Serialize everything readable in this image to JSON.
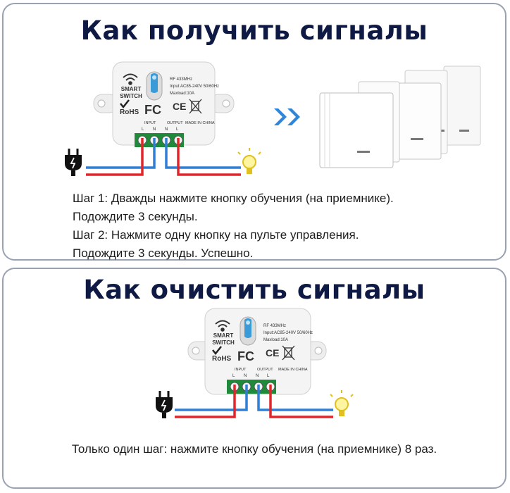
{
  "section1": {
    "title": "Как получить сигналы",
    "steps": [
      "Шаг 1:  Дважды нажмите кнопку обучения (на приемнике).",
      "Подождите 3 секунды.",
      "Шаг 2:  Нажмите одну кнопку на пульте управления.",
      "Подождите 3 секунды. Успешно."
    ]
  },
  "section2": {
    "title": "Как очистить сигналы",
    "step": "Только один шаг: нажмите кнопку обучения (на приемнике) 8 раз."
  },
  "device": {
    "brand_line1": "SMART",
    "brand_line2": "SWITCH",
    "spec_freq": "RF 433MHz",
    "spec_input": "Input:AC85-240V 50/60Hz",
    "spec_load": "Maxload:10A",
    "cert_rohs": "RoHS",
    "cert_fc": "FC",
    "cert_ce": "CE",
    "input_label": "INPUT",
    "output_label": "OUTPUT",
    "term_l1": "L",
    "term_n1": "N",
    "term_n2": "N",
    "term_l2": "L",
    "made_in": "MADE IN CHINA"
  },
  "colors": {
    "title": "#0f1a44",
    "panel_border": "#9aa2b2",
    "live_wire": "#e0262b",
    "neutral_wire": "#2f7fd4",
    "terminal_block": "#1e8a3a",
    "arrows": "#2f86d8",
    "bulb": "#f0d020"
  }
}
